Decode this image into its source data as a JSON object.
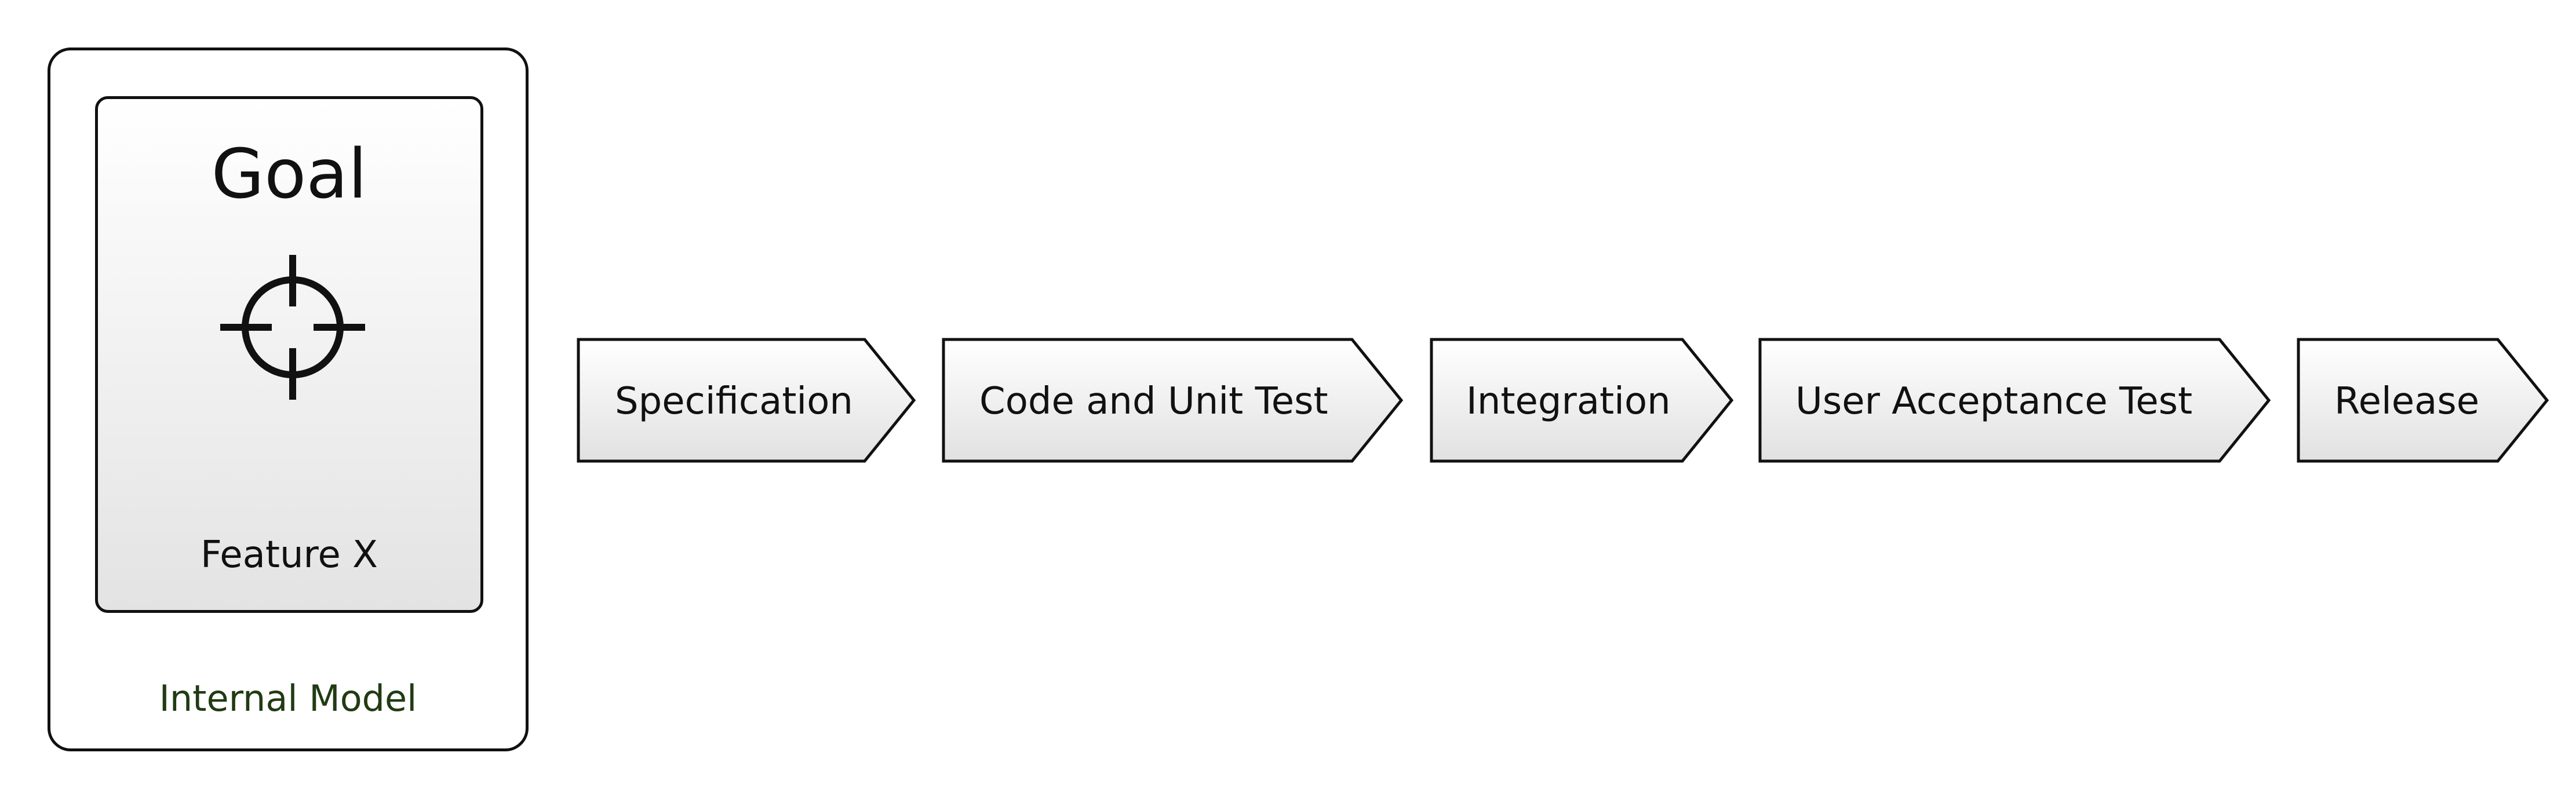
{
  "internal_model": {
    "label": "Internal Model",
    "goal": {
      "title": "Goal",
      "icon": "crosshair-target-icon",
      "feature": "Feature X"
    }
  },
  "pipeline": {
    "steps": [
      {
        "label": "Specification"
      },
      {
        "label": "Code and Unit Test"
      },
      {
        "label": "Integration"
      },
      {
        "label": "User Acceptance Test"
      },
      {
        "label": "Release"
      }
    ]
  },
  "colors": {
    "outline": "#111111",
    "model_label": "#213b13",
    "fill_top": "#ffffff",
    "fill_bottom": "#e3e3e3"
  }
}
